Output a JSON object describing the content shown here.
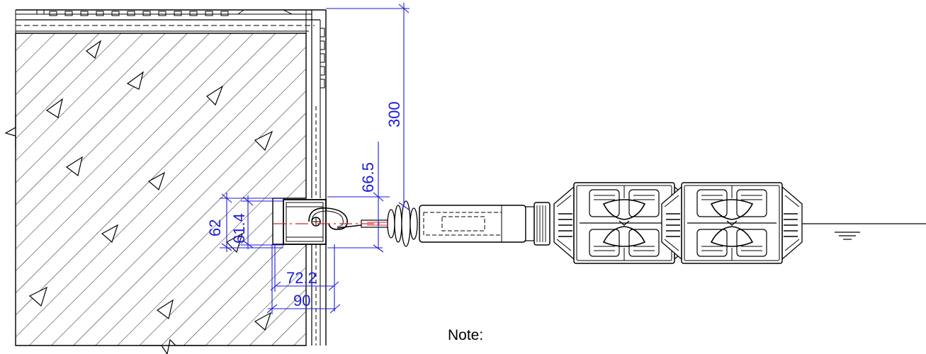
{
  "dimensions": {
    "height_300": "300",
    "offset_66_5": "66.5",
    "anchor_62": "62",
    "anchor_61_4": "61.4",
    "depth_72_2": "72.2",
    "depth_90": "90"
  },
  "note_label": "Note:",
  "colors": {
    "linework": "#000000",
    "dimension": "#1a1adb",
    "centerline": "#e02020",
    "background": "#ffffff"
  },
  "icons": {
    "water_level": "water-level-icon",
    "hook": "hook-icon",
    "float_unit": "float-icon",
    "spring_shackle": "shackle-icon"
  }
}
